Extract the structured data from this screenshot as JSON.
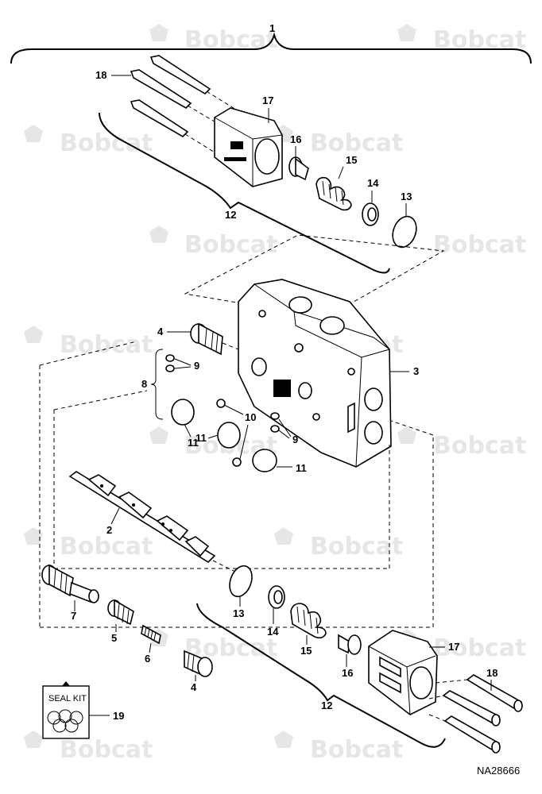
{
  "watermark": "Bobcat",
  "drawing_number": "NA28666",
  "seal_kit_label": "SEAL KIT",
  "callouts": {
    "c1": "1",
    "c2": "2",
    "c3": "3",
    "c4a": "4",
    "c4b": "4",
    "c5": "5",
    "c6": "6",
    "c7": "7",
    "c8": "8",
    "c9a": "9",
    "c9b": "9",
    "c10": "10",
    "c11a": "11",
    "c11b": "11",
    "c11c": "11",
    "c12a": "12",
    "c12b": "12",
    "c13a": "13",
    "c13b": "13",
    "c14a": "14",
    "c14b": "14",
    "c15a": "15",
    "c15b": "15",
    "c16a": "16",
    "c16b": "16",
    "c17a": "17",
    "c17b": "17",
    "c18a": "18",
    "c18b": "18",
    "c19": "19"
  }
}
